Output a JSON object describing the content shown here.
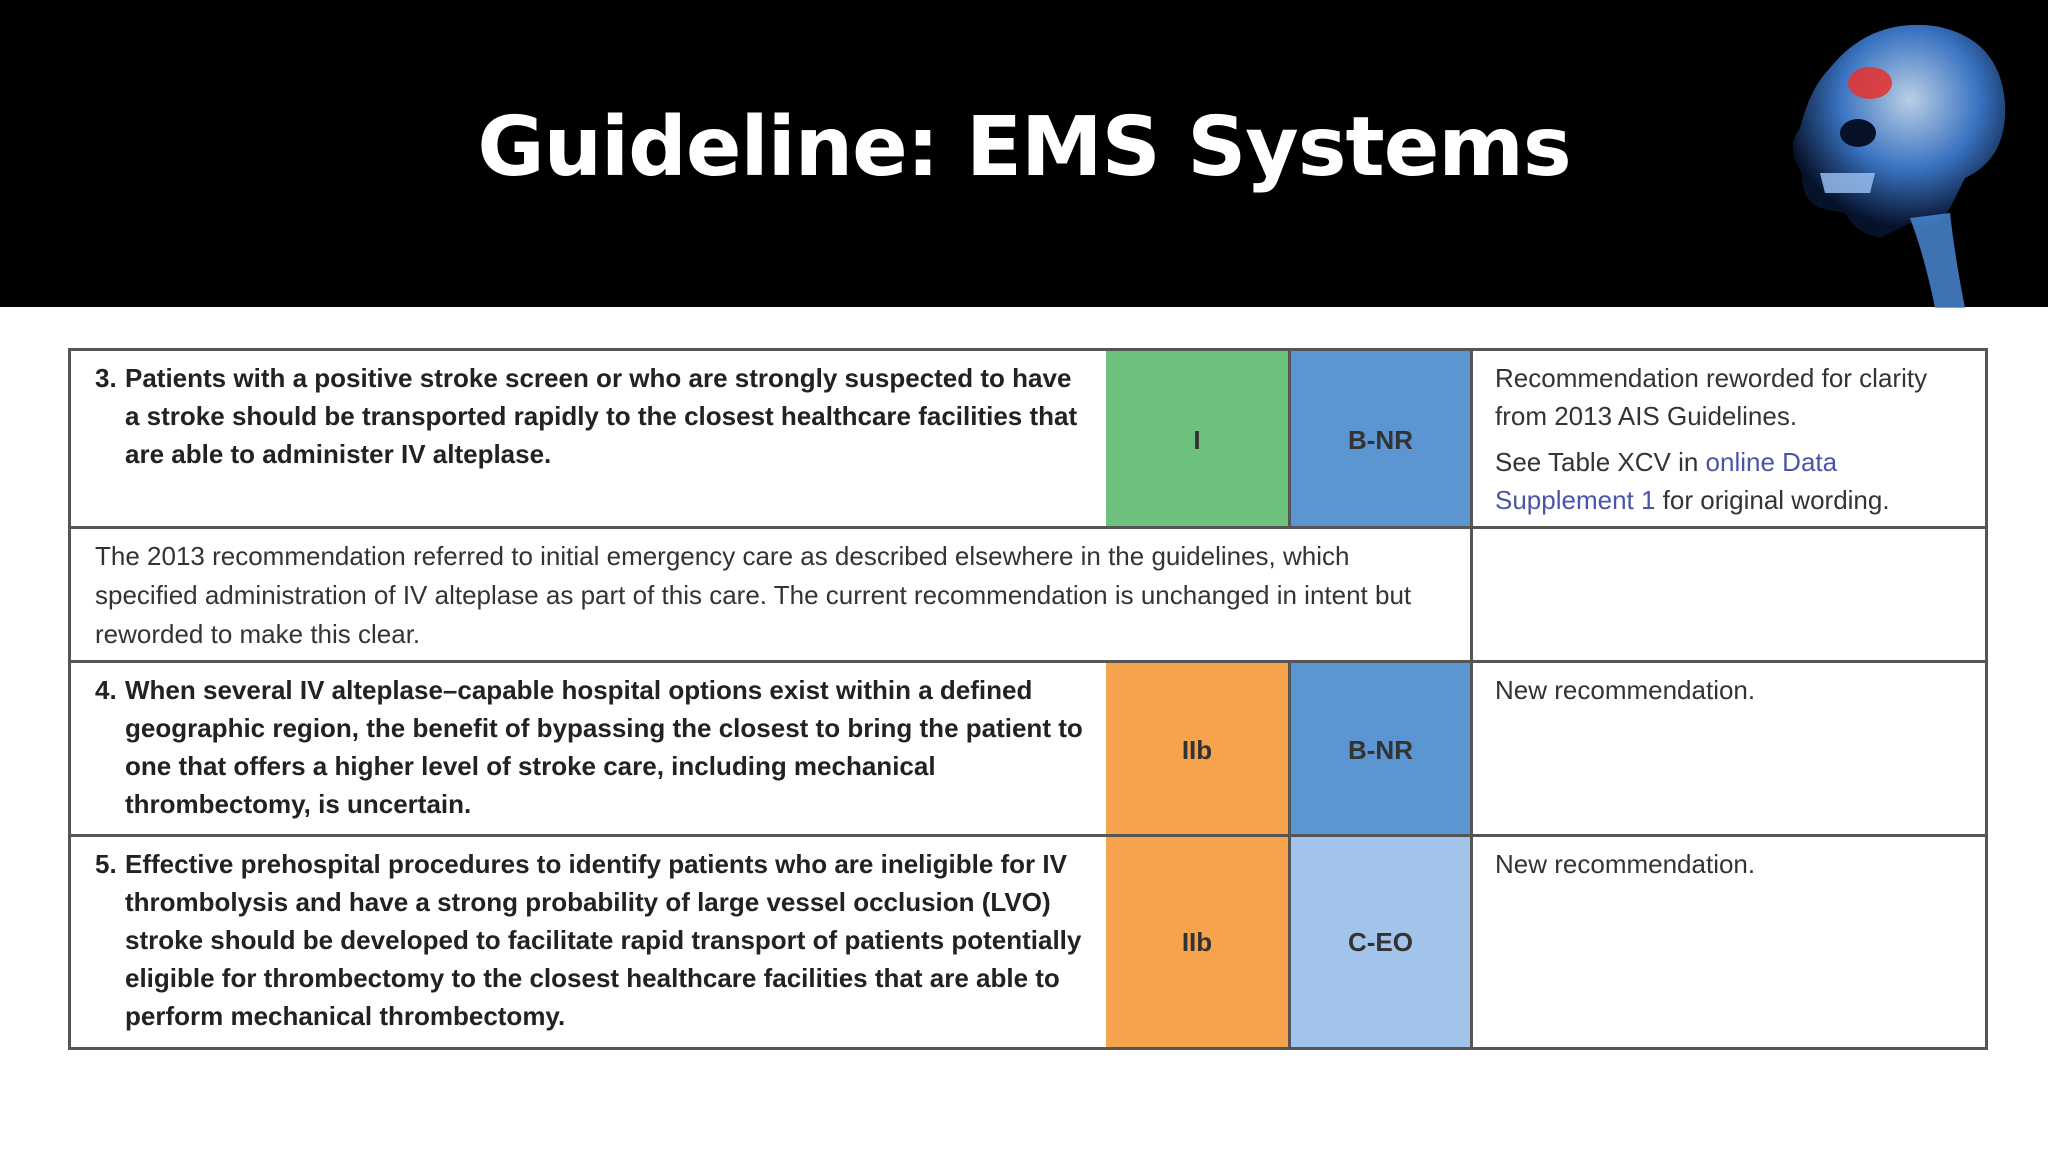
{
  "title": "Guideline: EMS Systems",
  "colors": {
    "cor_I": "#6cc17d",
    "cor_IIb": "#f5a34c",
    "loe_B_NR": "#5b96d3",
    "loe_C_EO": "#a3c4ea"
  },
  "rows": [
    {
      "number": "3.",
      "text": "Patients with a positive stroke screen or who are strongly suspected to have a stroke should be transported rapidly to the closest healthcare facilities that are able to administer IV alteplase.",
      "cor": "I",
      "loe": "B-NR",
      "comment_line1": "Recommendation reworded for clarity from 2013 AIS Guidelines.",
      "comment_line2_prefix": "See Table XCV in ",
      "comment_line2_link": "online Data Supplement 1",
      "comment_line2_suffix": " for original wording."
    },
    {
      "note": "The 2013 recommendation referred to initial emergency care as described elsewhere in the guidelines, which specified administration of IV alteplase as part of this care. The current recommendation is unchanged in intent but reworded to make this clear."
    },
    {
      "number": "4.",
      "text": "When several IV alteplase–capable hospital options exist within a defined geographic region, the benefit of bypassing the closest to bring the patient to one that offers a higher level of stroke care, including mechanical thrombectomy, is uncertain.",
      "cor": "IIb",
      "loe": "B-NR",
      "comment": "New recommendation."
    },
    {
      "number": "5.",
      "text": "Effective prehospital procedures to identify patients who are ineligible for IV thrombolysis and have a strong probability of large vessel occlusion (LVO) stroke should be developed to facilitate rapid transport of patients potentially eligible for thrombectomy to the closest healthcare facilities that are able to perform mechanical thrombectomy.",
      "cor": "IIb",
      "loe": "C-EO",
      "comment": "New recommendation."
    }
  ]
}
